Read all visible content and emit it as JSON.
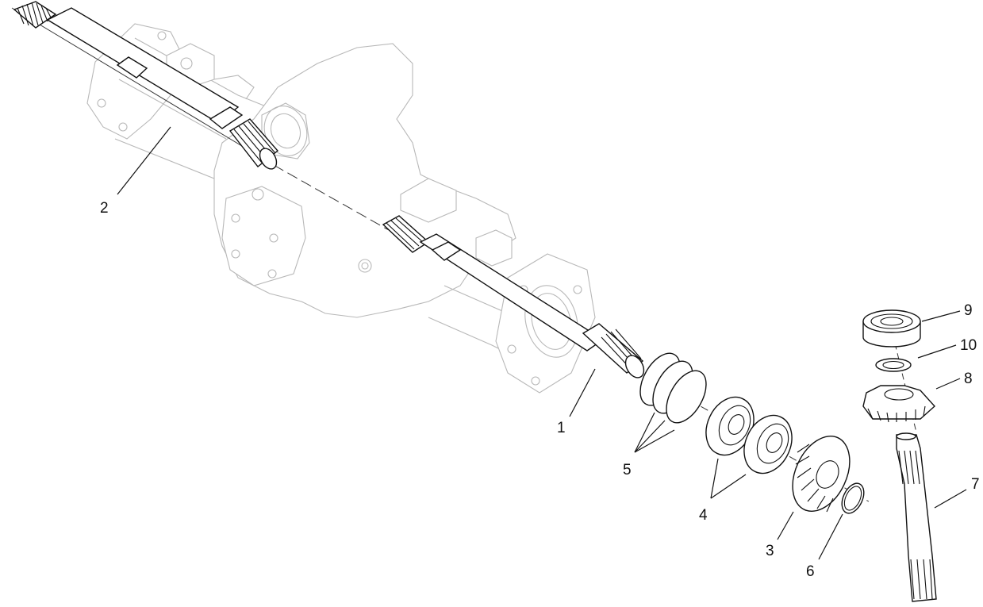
{
  "diagram": {
    "callouts": [
      {
        "id": "callout-1",
        "label": "1"
      },
      {
        "id": "callout-2",
        "label": "2"
      },
      {
        "id": "callout-3",
        "label": "3"
      },
      {
        "id": "callout-4",
        "label": "4"
      },
      {
        "id": "callout-5",
        "label": "5"
      },
      {
        "id": "callout-6",
        "label": "6"
      },
      {
        "id": "callout-7",
        "label": "7"
      },
      {
        "id": "callout-8",
        "label": "8"
      },
      {
        "id": "callout-9",
        "label": "9"
      },
      {
        "id": "callout-10",
        "label": "10"
      }
    ],
    "colors": {
      "line": "#111111",
      "ghost_housing": "#b8b8b8",
      "background": "#ffffff"
    }
  }
}
